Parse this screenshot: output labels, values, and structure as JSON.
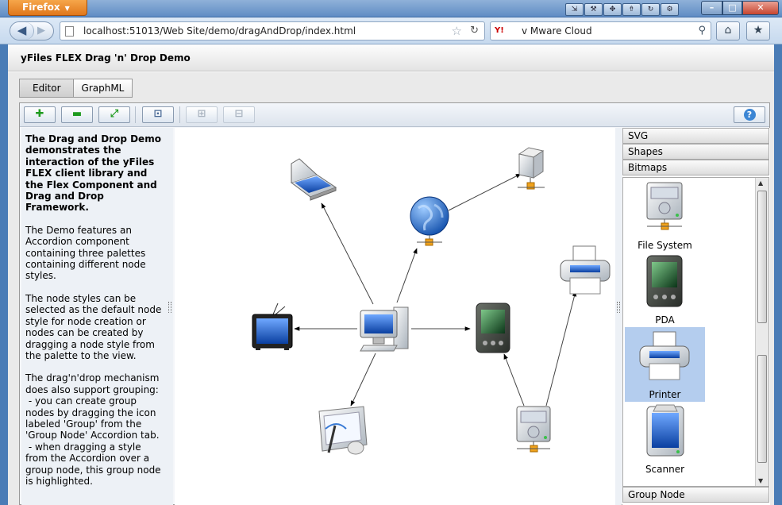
{
  "browser": {
    "menu_label": "Firefox",
    "url": "localhost:51013/Web Site/demo/dragAndDrop/index.html",
    "search_engine": "Y!",
    "search_text": "v Mware Cloud"
  },
  "app": {
    "title": "yFiles FLEX Drag 'n' Drop Demo",
    "tabs": [
      {
        "label": "Editor",
        "active": true
      },
      {
        "label": "GraphML",
        "active": false
      }
    ]
  },
  "toolbar": {
    "buttons": [
      "zoom-in",
      "zoom-out",
      "fit-content",
      "overview",
      "group",
      "ungroup",
      "help"
    ]
  },
  "description": {
    "paragraphs": [
      "The Drag and Drop Demo demonstrates the interaction of the yFiles FLEX client library and the Flex Component and Drag and Drop Framework.",
      "The Demo features an Accordion component containing three palettes containing different node styles.",
      "The node styles can be selected as the default node style for node creation or nodes can be created by dragging a node style from the palette to the view.",
      "The drag'n'drop mechanism does also support grouping:\n - you can create group nodes by dragging the icon labeled 'Group' from the 'Group Node' Accordion tab.\n - when dragging a style from the Accordion over a group node, this group node is highlighted."
    ]
  },
  "graph": {
    "nodes": [
      "scanner",
      "server",
      "globe",
      "printer",
      "tv",
      "workstation",
      "pda",
      "tablet",
      "file-system"
    ],
    "edges": [
      [
        "workstation",
        "scanner"
      ],
      [
        "workstation",
        "globe"
      ],
      [
        "globe",
        "server"
      ],
      [
        "workstation",
        "tv"
      ],
      [
        "workstation",
        "pda"
      ],
      [
        "workstation",
        "tablet"
      ],
      [
        "file-system",
        "pda"
      ],
      [
        "file-system",
        "printer"
      ]
    ]
  },
  "accordion": {
    "sections": [
      "SVG",
      "Shapes",
      "Bitmaps",
      "Group Node"
    ],
    "open_section": "Bitmaps",
    "items": [
      {
        "label": "File System",
        "selected": false
      },
      {
        "label": "PDA",
        "selected": false
      },
      {
        "label": "Printer",
        "selected": true
      },
      {
        "label": "Scanner",
        "selected": false
      }
    ]
  }
}
